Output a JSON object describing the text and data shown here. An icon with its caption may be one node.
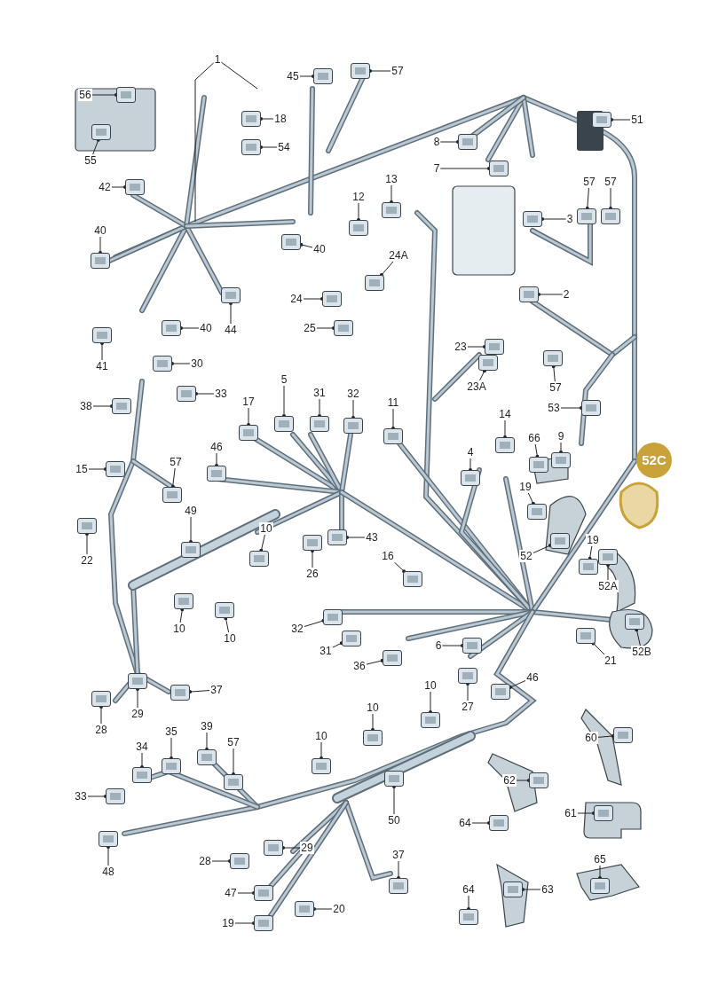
{
  "diagram": {
    "nodes": [
      {
        "text": [
          "1"
        ]
      },
      {
        "text": [
          "56"
        ]
      },
      {
        "text": [
          "57"
        ]
      },
      {
        "text": [
          "45"
        ]
      },
      {
        "text": [
          "18"
        ]
      },
      {
        "text": [
          "54"
        ]
      },
      {
        "text": [
          "55"
        ]
      },
      {
        "text": [
          "51"
        ]
      },
      {
        "text": [
          "8"
        ]
      },
      {
        "text": [
          "7"
        ]
      },
      {
        "text": [
          "42"
        ]
      },
      {
        "text": [
          "57"
        ]
      },
      {
        "text": [
          "57"
        ]
      },
      {
        "text": [
          "12"
        ]
      },
      {
        "text": [
          "13"
        ]
      },
      {
        "text": [
          "3"
        ]
      },
      {
        "text": [
          "40"
        ]
      },
      {
        "text": [
          "40"
        ]
      },
      {
        "text": [
          "24A"
        ]
      },
      {
        "text": [
          "44"
        ]
      },
      {
        "text": [
          "2"
        ]
      },
      {
        "text": [
          "24"
        ]
      },
      {
        "text": [
          "25"
        ]
      },
      {
        "text": [
          "40"
        ]
      },
      {
        "text": [
          "41"
        ]
      },
      {
        "text": [
          "30"
        ]
      },
      {
        "text": [
          "23"
        ]
      },
      {
        "text": [
          "57"
        ]
      },
      {
        "text": [
          "33"
        ]
      },
      {
        "text": [
          "31"
        ]
      },
      {
        "text": [
          "38"
        ]
      },
      {
        "text": [
          "23A"
        ]
      },
      {
        "text": [
          "5"
        ]
      },
      {
        "text": [
          "32"
        ]
      },
      {
        "text": [
          "17"
        ]
      },
      {
        "text": [
          "11"
        ]
      },
      {
        "text": [
          "53"
        ]
      },
      {
        "text": [
          "14"
        ]
      },
      {
        "text": [
          "66"
        ]
      },
      {
        "text": [
          "9"
        ]
      },
      {
        "text": [
          "46"
        ]
      },
      {
        "text": [
          "57"
        ]
      },
      {
        "text": [
          "4"
        ]
      },
      {
        "text": [
          "15"
        ]
      },
      {
        "text": [
          "52C"
        ]
      },
      {
        "text": [
          "19"
        ]
      },
      {
        "text": [
          "49"
        ]
      },
      {
        "text": [
          "22"
        ]
      },
      {
        "text": [
          "10"
        ]
      },
      {
        "text": [
          "43"
        ]
      },
      {
        "text": [
          "52"
        ]
      },
      {
        "text": [
          "19"
        ]
      },
      {
        "text": [
          "16"
        ]
      },
      {
        "text": [
          "26"
        ]
      },
      {
        "text": [
          "52A"
        ]
      },
      {
        "text": [
          "32"
        ]
      },
      {
        "text": [
          "10"
        ]
      },
      {
        "text": [
          "10"
        ]
      },
      {
        "text": [
          "31"
        ]
      },
      {
        "text": [
          "6"
        ]
      },
      {
        "text": [
          "36"
        ]
      },
      {
        "text": [
          "21"
        ]
      },
      {
        "text": [
          "52B"
        ]
      },
      {
        "text": [
          "46"
        ]
      },
      {
        "text": [
          "10"
        ]
      },
      {
        "text": [
          "27"
        ]
      },
      {
        "text": [
          "37"
        ]
      },
      {
        "text": [
          "10"
        ]
      },
      {
        "text": [
          "29"
        ]
      },
      {
        "text": [
          "28"
        ]
      },
      {
        "text": [
          "35"
        ]
      },
      {
        "text": [
          "39"
        ]
      },
      {
        "text": [
          "10"
        ]
      },
      {
        "text": [
          "60"
        ]
      },
      {
        "text": [
          "34"
        ]
      },
      {
        "text": [
          "57"
        ]
      },
      {
        "text": [
          "62"
        ]
      },
      {
        "text": [
          "33"
        ]
      },
      {
        "text": [
          "61"
        ]
      },
      {
        "text": [
          "50"
        ]
      },
      {
        "text": [
          "64"
        ]
      },
      {
        "text": [
          "29"
        ]
      },
      {
        "text": [
          "37"
        ]
      },
      {
        "text": [
          "28"
        ]
      },
      {
        "text": [
          "48"
        ]
      },
      {
        "text": [
          "65"
        ]
      },
      {
        "text": [
          "64"
        ]
      },
      {
        "text": [
          "63"
        ]
      },
      {
        "text": [
          "47"
        ]
      },
      {
        "text": [
          "20"
        ]
      },
      {
        "text": [
          "19"
        ]
      },
      {
        "text": [],
        "shape": "box"
      },
      {
        "text": [],
        "shape": "box"
      },
      {
        "text": [],
        "shape": "box"
      },
      {
        "text": [],
        "shape": "box"
      },
      {
        "text": [],
        "shape": "box"
      },
      {
        "text": [],
        "shape": "box"
      },
      {
        "text": [],
        "shape": "box"
      },
      {
        "text": [],
        "shape": "box"
      },
      {
        "text": [],
        "shape": "box"
      },
      {
        "text": [],
        "shape": "box"
      },
      {
        "text": [],
        "shape": "box"
      },
      {
        "text": [],
        "shape": "box"
      },
      {
        "text": [],
        "shape": "box"
      },
      {
        "text": [],
        "shape": "box"
      },
      {
        "text": [],
        "shape": "box"
      },
      {
        "text": [],
        "shape": "box"
      },
      {
        "text": [],
        "shape": "box"
      },
      {
        "text": [],
        "shape": "box"
      },
      {
        "text": [],
        "shape": "box"
      },
      {
        "text": [],
        "shape": "box"
      },
      {
        "text": [],
        "shape": "box"
      },
      {
        "text": [],
        "shape": "box"
      },
      {
        "text": [],
        "shape": "box"
      },
      {
        "text": [],
        "shape": "box"
      },
      {
        "text": [],
        "shape": "box"
      },
      {
        "text": [],
        "shape": "box"
      },
      {
        "text": [],
        "shape": "box"
      },
      {
        "text": [],
        "shape": "box"
      },
      {
        "text": [],
        "shape": "box"
      },
      {
        "text": [],
        "shape": "box"
      },
      {
        "text": [],
        "shape": "box"
      },
      {
        "text": [],
        "shape": "box"
      },
      {
        "text": [],
        "shape": "box"
      },
      {
        "text": [],
        "shape": "box"
      },
      {
        "text": [],
        "shape": "box"
      },
      {
        "text": [],
        "shape": "box"
      },
      {
        "text": [],
        "shape": "box"
      },
      {
        "text": [],
        "shape": "box"
      },
      {
        "text": [],
        "shape": "box"
      },
      {
        "text": [],
        "shape": "box"
      },
      {
        "text": [],
        "shape": "box"
      },
      {
        "text": [],
        "shape": "box"
      },
      {
        "text": [],
        "shape": "box"
      },
      {
        "text": [],
        "shape": "box"
      },
      {
        "text": [],
        "shape": "box"
      },
      {
        "text": [],
        "shape": "box"
      },
      {
        "text": [],
        "shape": "box"
      },
      {
        "text": [],
        "shape": "box"
      },
      {
        "text": [],
        "shape": "box"
      },
      {
        "text": [],
        "shape": "box"
      },
      {
        "text": [],
        "shape": "box"
      },
      {
        "text": [],
        "shape": "box"
      },
      {
        "text": [],
        "shape": "box"
      },
      {
        "text": [],
        "shape": "box"
      },
      {
        "text": [],
        "shape": "box"
      },
      {
        "text": [],
        "shape": "box"
      },
      {
        "text": [],
        "shape": "box"
      },
      {
        "text": [],
        "shape": "box"
      },
      {
        "text": [],
        "shape": "box"
      },
      {
        "text": [],
        "shape": "box"
      },
      {
        "text": [],
        "shape": "box"
      },
      {
        "text": [],
        "shape": "box"
      },
      {
        "text": [],
        "shape": "box"
      },
      {
        "text": [],
        "shape": "box"
      },
      {
        "text": [],
        "shape": "box"
      },
      {
        "text": [],
        "shape": "box"
      },
      {
        "text": [],
        "shape": "box"
      },
      {
        "text": [],
        "shape": "box"
      },
      {
        "text": [],
        "shape": "box"
      },
      {
        "text": [],
        "shape": "box"
      },
      {
        "text": [],
        "shape": "box"
      },
      {
        "text": [],
        "shape": "box"
      },
      {
        "text": [],
        "shape": "box"
      },
      {
        "text": [],
        "shape": "box"
      },
      {
        "text": [],
        "shape": "box"
      },
      {
        "text": [],
        "shape": "box"
      },
      {
        "text": [],
        "shape": "box"
      },
      {
        "text": [],
        "shape": "box"
      },
      {
        "text": [],
        "shape": "box"
      },
      {
        "text": [],
        "shape": "box"
      },
      {
        "text": [],
        "shape": "box"
      },
      {
        "text": [],
        "shape": "box"
      },
      {
        "text": [],
        "shape": "box"
      },
      {
        "text": [],
        "shape": "box"
      },
      {
        "text": [],
        "shape": "box"
      },
      {
        "text": [],
        "shape": "box"
      },
      {
        "text": [],
        "shape": "box"
      },
      {
        "text": [],
        "shape": "box"
      },
      {
        "text": [],
        "shape": "box"
      }
    ],
    "edges": [
      {
        "from": 0,
        "to": null,
        "arrow": "none"
      },
      {
        "from": 0,
        "to": null,
        "arrow": "none"
      },
      {
        "from": 1,
        "to": 91,
        "arrow": "other"
      },
      {
        "from": 2,
        "to": 92,
        "arrow": "other"
      },
      {
        "from": 3,
        "to": 93,
        "arrow": "other"
      },
      {
        "from": 4,
        "to": 94,
        "arrow": "other"
      },
      {
        "from": 5,
        "to": 95,
        "arrow": "other"
      },
      {
        "from": 6,
        "to": 96,
        "arrow": "other"
      },
      {
        "from": 7,
        "to": 97,
        "arrow": "other"
      },
      {
        "from": 8,
        "to": 98,
        "arrow": "other"
      },
      {
        "from": 9,
        "to": 99,
        "arrow": "other"
      },
      {
        "from": 10,
        "to": 100,
        "arrow": "other"
      },
      {
        "from": 11,
        "to": 101,
        "arrow": "other"
      },
      {
        "from": 12,
        "to": 102,
        "arrow": "other"
      },
      {
        "from": 13,
        "to": 103,
        "arrow": "other"
      },
      {
        "from": 14,
        "to": 104,
        "arrow": "other"
      },
      {
        "from": 15,
        "to": 105,
        "arrow": "other"
      },
      {
        "from": 16,
        "to": 106,
        "arrow": "other"
      },
      {
        "from": 17,
        "to": 107,
        "arrow": "other"
      },
      {
        "from": 18,
        "to": 108,
        "arrow": "other"
      },
      {
        "from": 19,
        "to": 109,
        "arrow": "other"
      },
      {
        "from": 20,
        "to": 110,
        "arrow": "other"
      },
      {
        "from": 21,
        "to": 111,
        "arrow": "other"
      },
      {
        "from": 22,
        "to": 112,
        "arrow": "other"
      },
      {
        "from": 23,
        "to": 113,
        "arrow": "other"
      },
      {
        "from": 24,
        "to": 114,
        "arrow": "other"
      },
      {
        "from": 25,
        "to": 115,
        "arrow": "other"
      },
      {
        "from": 26,
        "to": 116,
        "arrow": "other"
      },
      {
        "from": 27,
        "to": 117,
        "arrow": "other"
      },
      {
        "from": 28,
        "to": 118,
        "arrow": "other"
      },
      {
        "from": 29,
        "to": 119,
        "arrow": "other"
      },
      {
        "from": 30,
        "to": 120,
        "arrow": "other"
      },
      {
        "from": 31,
        "to": 121,
        "arrow": "other"
      },
      {
        "from": 32,
        "to": 122,
        "arrow": "other"
      },
      {
        "from": 33,
        "to": 123,
        "arrow": "other"
      },
      {
        "from": 34,
        "to": 124,
        "arrow": "other"
      },
      {
        "from": 35,
        "to": 125,
        "arrow": "other"
      },
      {
        "from": 36,
        "to": 126,
        "arrow": "other"
      },
      {
        "from": 37,
        "to": 127,
        "arrow": "other"
      },
      {
        "from": 38,
        "to": 128,
        "arrow": "other"
      },
      {
        "from": 39,
        "to": 129,
        "arrow": "other"
      },
      {
        "from": 40,
        "to": 130,
        "arrow": "other"
      },
      {
        "from": 41,
        "to": 131,
        "arrow": "other"
      },
      {
        "from": 42,
        "to": 132,
        "arrow": "other"
      },
      {
        "from": 43,
        "to": 133,
        "arrow": "other"
      },
      {
        "from": 45,
        "to": 134,
        "arrow": "other"
      },
      {
        "from": 46,
        "to": 135,
        "arrow": "other"
      },
      {
        "from": 47,
        "to": 136,
        "arrow": "other"
      },
      {
        "from": 48,
        "to": 137,
        "arrow": "other"
      },
      {
        "from": 49,
        "to": 138,
        "arrow": "other"
      },
      {
        "from": 50,
        "to": 139,
        "arrow": "other"
      },
      {
        "from": 51,
        "to": 140,
        "arrow": "other"
      },
      {
        "from": 52,
        "to": 141,
        "arrow": "other"
      },
      {
        "from": 53,
        "to": 142,
        "arrow": "other"
      },
      {
        "from": 54,
        "to": 143,
        "arrow": "other"
      },
      {
        "from": 55,
        "to": 144,
        "arrow": "other"
      },
      {
        "from": 56,
        "to": 145,
        "arrow": "other"
      },
      {
        "from": 57,
        "to": 146,
        "arrow": "other"
      },
      {
        "from": 58,
        "to": 147,
        "arrow": "other"
      },
      {
        "from": 59,
        "to": 148,
        "arrow": "other"
      },
      {
        "from": 60,
        "to": 149,
        "arrow": "other"
      },
      {
        "from": 61,
        "to": 150,
        "arrow": "other"
      },
      {
        "from": 62,
        "to": 151,
        "arrow": "other"
      },
      {
        "from": 63,
        "to": 152,
        "arrow": "other"
      },
      {
        "from": 64,
        "to": 153,
        "arrow": "other"
      },
      {
        "from": 65,
        "to": 154,
        "arrow": "other"
      },
      {
        "from": 66,
        "to": 155,
        "arrow": "other"
      },
      {
        "from": 67,
        "to": 156,
        "arrow": "other"
      },
      {
        "from": 68,
        "to": 157,
        "arrow": "other"
      },
      {
        "from": 69,
        "to": 158,
        "arrow": "other"
      },
      {
        "from": 70,
        "to": 159,
        "arrow": "other"
      },
      {
        "from": 71,
        "to": 160,
        "arrow": "other"
      },
      {
        "from": 72,
        "to": 161,
        "arrow": "other"
      },
      {
        "from": 73,
        "to": 162,
        "arrow": "other"
      },
      {
        "from": 74,
        "to": 163,
        "arrow": "other"
      },
      {
        "from": 75,
        "to": 164,
        "arrow": "other"
      },
      {
        "from": 76,
        "to": 165,
        "arrow": "other"
      },
      {
        "from": 77,
        "to": 166,
        "arrow": "other"
      },
      {
        "from": 78,
        "to": 167,
        "arrow": "other"
      },
      {
        "from": 79,
        "to": 168,
        "arrow": "other"
      },
      {
        "from": 80,
        "to": 169,
        "arrow": "other"
      },
      {
        "from": 81,
        "to": 170,
        "arrow": "other"
      },
      {
        "from": 82,
        "to": 171,
        "arrow": "other"
      },
      {
        "from": 83,
        "to": 172,
        "arrow": "other"
      },
      {
        "from": 84,
        "to": 173,
        "arrow": "other"
      },
      {
        "from": 85,
        "to": 174,
        "arrow": "other"
      },
      {
        "from": 86,
        "to": 175,
        "arrow": "other"
      },
      {
        "from": 87,
        "to": 176,
        "arrow": "other"
      },
      {
        "from": 88,
        "to": 177,
        "arrow": "other"
      },
      {
        "from": 89,
        "to": 178,
        "arrow": "other"
      },
      {
        "from": 90,
        "to": 179,
        "arrow": "other"
      }
    ]
  }
}
